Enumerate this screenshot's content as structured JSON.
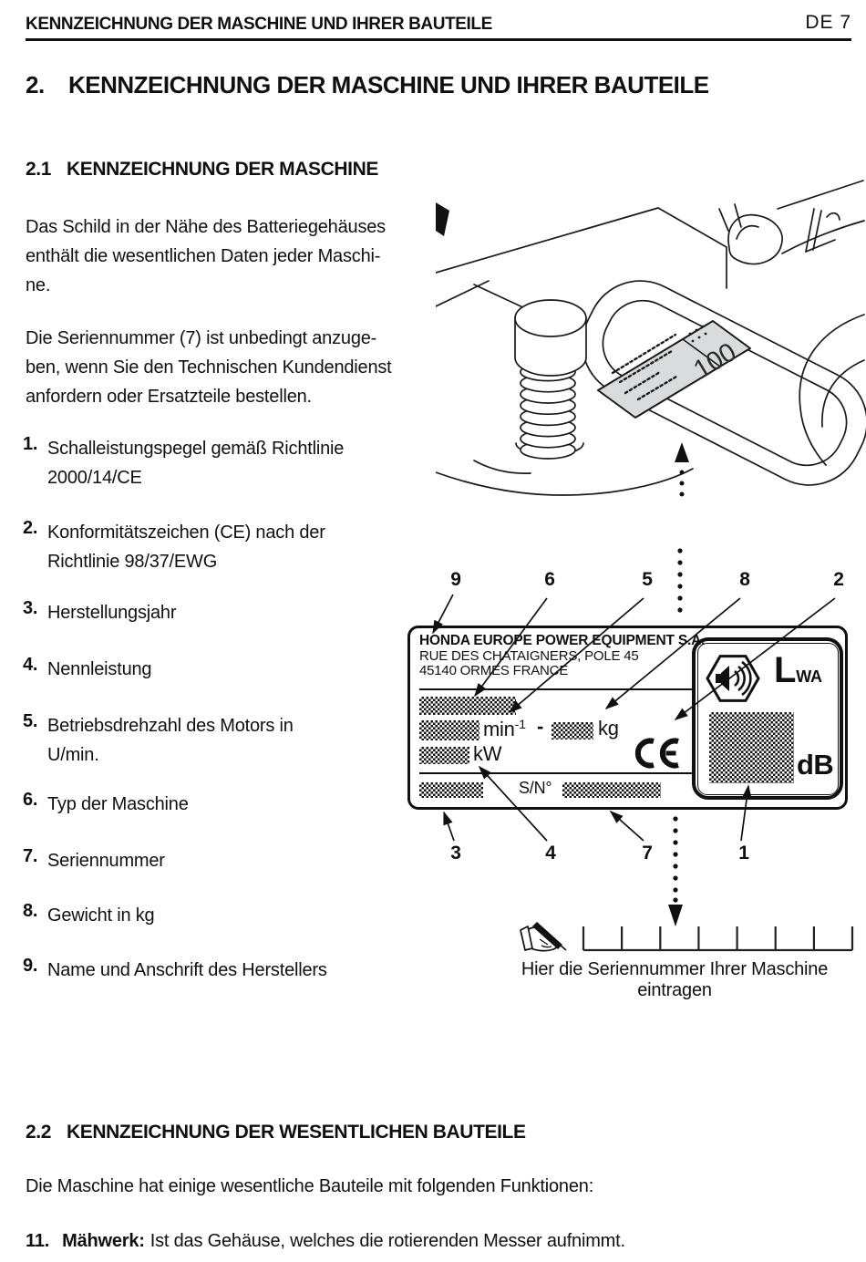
{
  "page": {
    "header_left": "KENNZEICHNUNG DER MASCHINE UND IHRER BAUTEILE",
    "header_right": "DE 7"
  },
  "section2": {
    "number": "2.",
    "title": "KENNZEICHNUNG DER MASCHINE UND IHRER BAUTEILE"
  },
  "section21": {
    "number": "2.1",
    "title": "KENNZEICHNUNG DER MASCHINE",
    "paragraph1_lines": [
      "Das Schild in der Nähe des Batteriegehäuses",
      "enthält die wesentlichen Daten jeder Maschi-",
      "ne."
    ],
    "paragraph2_lines": [
      "Die Seriennummer (7) ist unbedingt anzuge-",
      "ben, wenn Sie den Technischen Kundendienst",
      "anfordern oder Ersatzteile bestellen."
    ],
    "items": [
      {
        "number": "1.",
        "lines": [
          "Schalleistungspegel gemäß Richtlinie",
          "2000/14/CE"
        ]
      },
      {
        "number": "2.",
        "lines": [
          "Konformitätszeichen (CE) nach der",
          "Richtlinie 98/37/EWG"
        ]
      },
      {
        "number": "3.",
        "lines": [
          "Herstellungsjahr"
        ]
      },
      {
        "number": "4.",
        "lines": [
          "Nennleistung"
        ]
      },
      {
        "number": "5.",
        "lines": [
          "Betriebsdrehzahl des Motors in",
          "U/min."
        ]
      },
      {
        "number": "6.",
        "lines": [
          "Typ der Maschine"
        ]
      },
      {
        "number": "7.",
        "lines": [
          "Seriennummer"
        ]
      },
      {
        "number": "8.",
        "lines": [
          "Gewicht in kg"
        ]
      },
      {
        "number": "9.",
        "lines": [
          "Name und Anschrift des Herstellers"
        ]
      }
    ]
  },
  "figure": {
    "machine_label_value": "100",
    "plate": {
      "company_lines": [
        "HONDA EUROPE POWER EQUIPMENT S.A.",
        "RUE DES CHATAIGNERS, POLE 45",
        "45140 ORMES FRANCE"
      ],
      "rpm_unit": "min",
      "rpm_exp": "-1",
      "separator": "-",
      "weight_unit": "kg",
      "power_unit": "kW",
      "serial_label": "S/N°",
      "sound_symbol": "L",
      "sound_symbol_sub": "WA",
      "sound_unit": "dB"
    },
    "callouts_top": [
      "9",
      "6",
      "5",
      "8",
      "2"
    ],
    "callouts_bottom": [
      "3",
      "4",
      "7",
      "1"
    ],
    "caption_lines": [
      "Hier die Seriennummer Ihrer Maschine",
      "eintragen"
    ]
  },
  "section22": {
    "number": "2.2",
    "title": "KENNZEICHNUNG DER WESENTLICHEN BAUTEILE",
    "paragraph": "Die Maschine hat einige wesentliche Bauteile mit folgenden Funktionen:",
    "item11": {
      "number": "11.",
      "term": "Mähwerk:",
      "text": "Ist das Gehäuse, welches die rotierenden Messer aufnimmt."
    }
  }
}
